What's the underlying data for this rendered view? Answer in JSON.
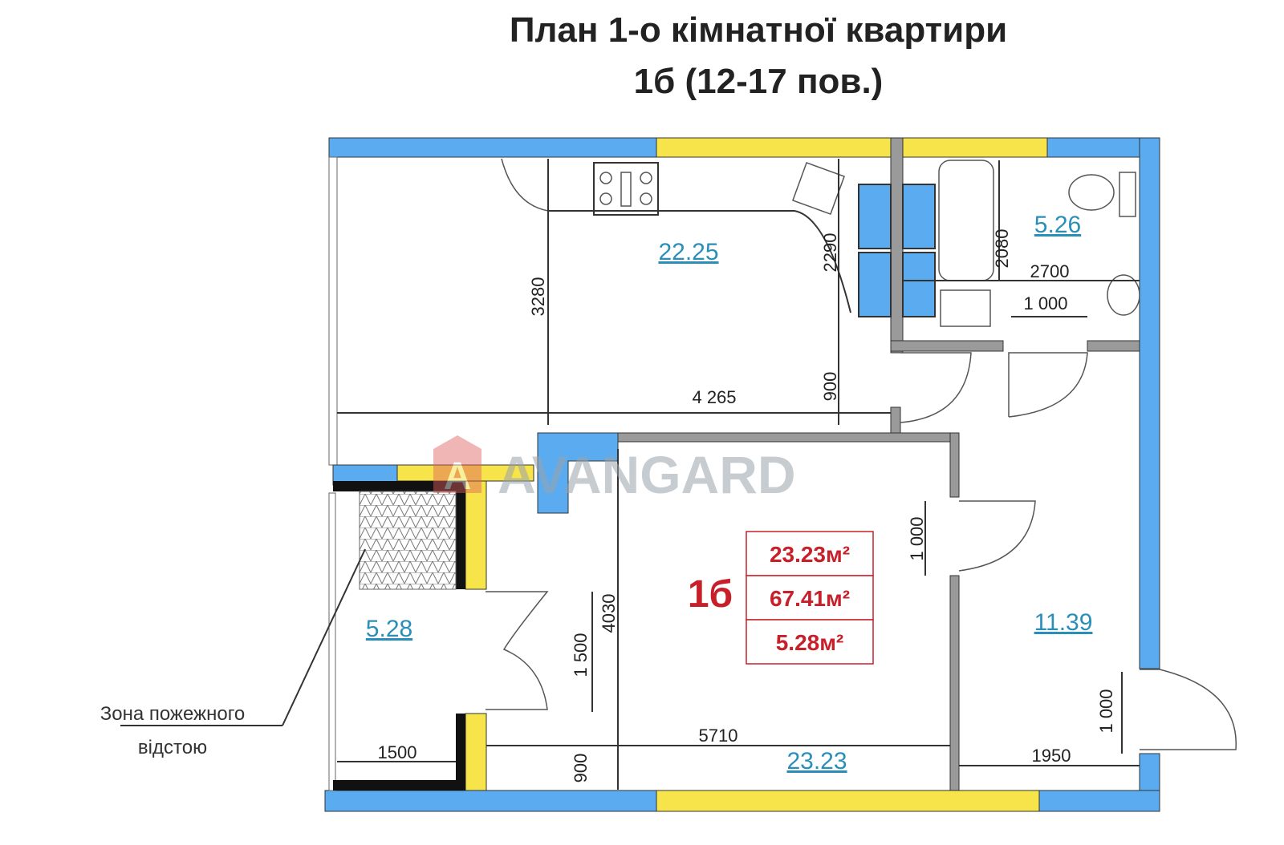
{
  "title": {
    "line1": "План 1-о кімнатної квартири",
    "line2": "1б (12-17 пов.)"
  },
  "watermark": {
    "text": "AVANGARD",
    "logo_letter": "A"
  },
  "rooms": {
    "kitchen_living": "22.25",
    "bathroom": "5.26",
    "shelter": "5.28",
    "hall": "11.39",
    "room": "23.23"
  },
  "dimensions": {
    "d3280": "3280",
    "d2290": "2290",
    "d2080": "2080",
    "d2700": "2700",
    "d1000_bath": "1 000",
    "d900_top": "900",
    "d4265": "4 265",
    "d1000_door": "1 000",
    "d4030": "4030",
    "d1500_v": "1 500",
    "d5710": "5710",
    "d1500_h": "1500",
    "d900_bottom": "900",
    "d1950": "1950",
    "d1000_entry": "1 000"
  },
  "summary": {
    "unit": "1б",
    "living_area": "23.23м²",
    "total_area": "67.41м²",
    "shelter_area": "5.28м²"
  },
  "annotation": {
    "line1": "Зона пожежного",
    "line2": "відстою"
  },
  "colors": {
    "wall_blue": "#5aabf0",
    "wall_yellow": "#f7e34a",
    "wall_gray": "#9a9a9a",
    "accent_red": "#c8202a"
  }
}
